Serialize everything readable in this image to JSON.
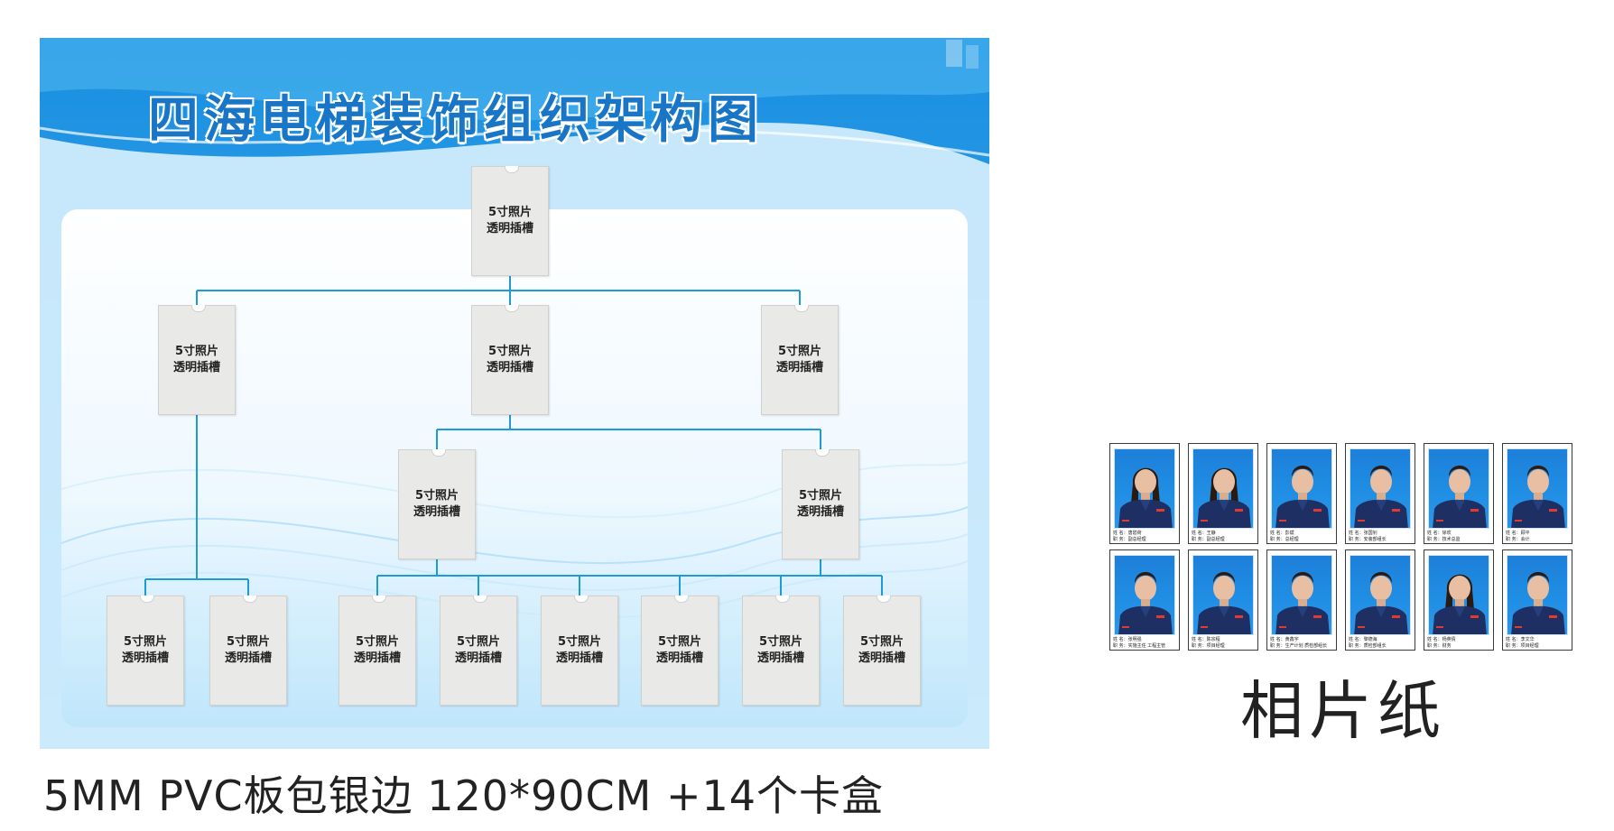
{
  "board": {
    "title": "四海电梯装饰组织架构图",
    "slot_line1": "5寸照片",
    "slot_line2": "透明插槽",
    "caption": "5MM PVC板包银边 120*90CM +14个卡盒",
    "colors": {
      "accent": "#1976c6",
      "line": "#1e9ad6",
      "slot": "#e9e9e7"
    }
  },
  "photo_paper": {
    "caption": "相片纸",
    "cards": [
      {
        "gender": "f",
        "name_label": "姓 名：",
        "name": "唐碧荷",
        "role_label": "职 务：",
        "role": "副总经理"
      },
      {
        "gender": "f",
        "name_label": "姓 名：",
        "name": "王静",
        "role_label": "职 务：",
        "role": "副总经理"
      },
      {
        "gender": "m",
        "name_label": "姓 名：",
        "name": "彭斌",
        "role_label": "职 务：",
        "role": "总经理"
      },
      {
        "gender": "m",
        "name_label": "姓 名：",
        "name": "张国钊",
        "role_label": "职 务：",
        "role": "安装部组长"
      },
      {
        "gender": "m",
        "name_label": "姓 名：",
        "name": "徐欢",
        "role_label": "职 务：",
        "role": "技术总监"
      },
      {
        "gender": "m",
        "name_label": "姓 名：",
        "name": "顾平",
        "role_label": "职 务：",
        "role": "会计"
      },
      {
        "gender": "m",
        "name_label": "姓 名：",
        "name": "张明强",
        "role_label": "职 务：",
        "role": "实施主任 工程主管"
      },
      {
        "gender": "m",
        "name_label": "姓 名：",
        "name": "陈宗程",
        "role_label": "职 务：",
        "role": "项目经理"
      },
      {
        "gender": "m",
        "name_label": "姓 名：",
        "name": "黄鑫宇",
        "role_label": "职 务：",
        "role": "生产计划 质检部组长"
      },
      {
        "gender": "m",
        "name_label": "姓 名：",
        "name": "黎德海",
        "role_label": "职 务：",
        "role": "质检部组长"
      },
      {
        "gender": "f",
        "name_label": "姓 名：",
        "name": "杨英倩",
        "role_label": "职 务：",
        "role": "财务"
      },
      {
        "gender": "m",
        "name_label": "姓 名：",
        "name": "李文华",
        "role_label": "职 务：",
        "role": "项目经理"
      }
    ]
  }
}
